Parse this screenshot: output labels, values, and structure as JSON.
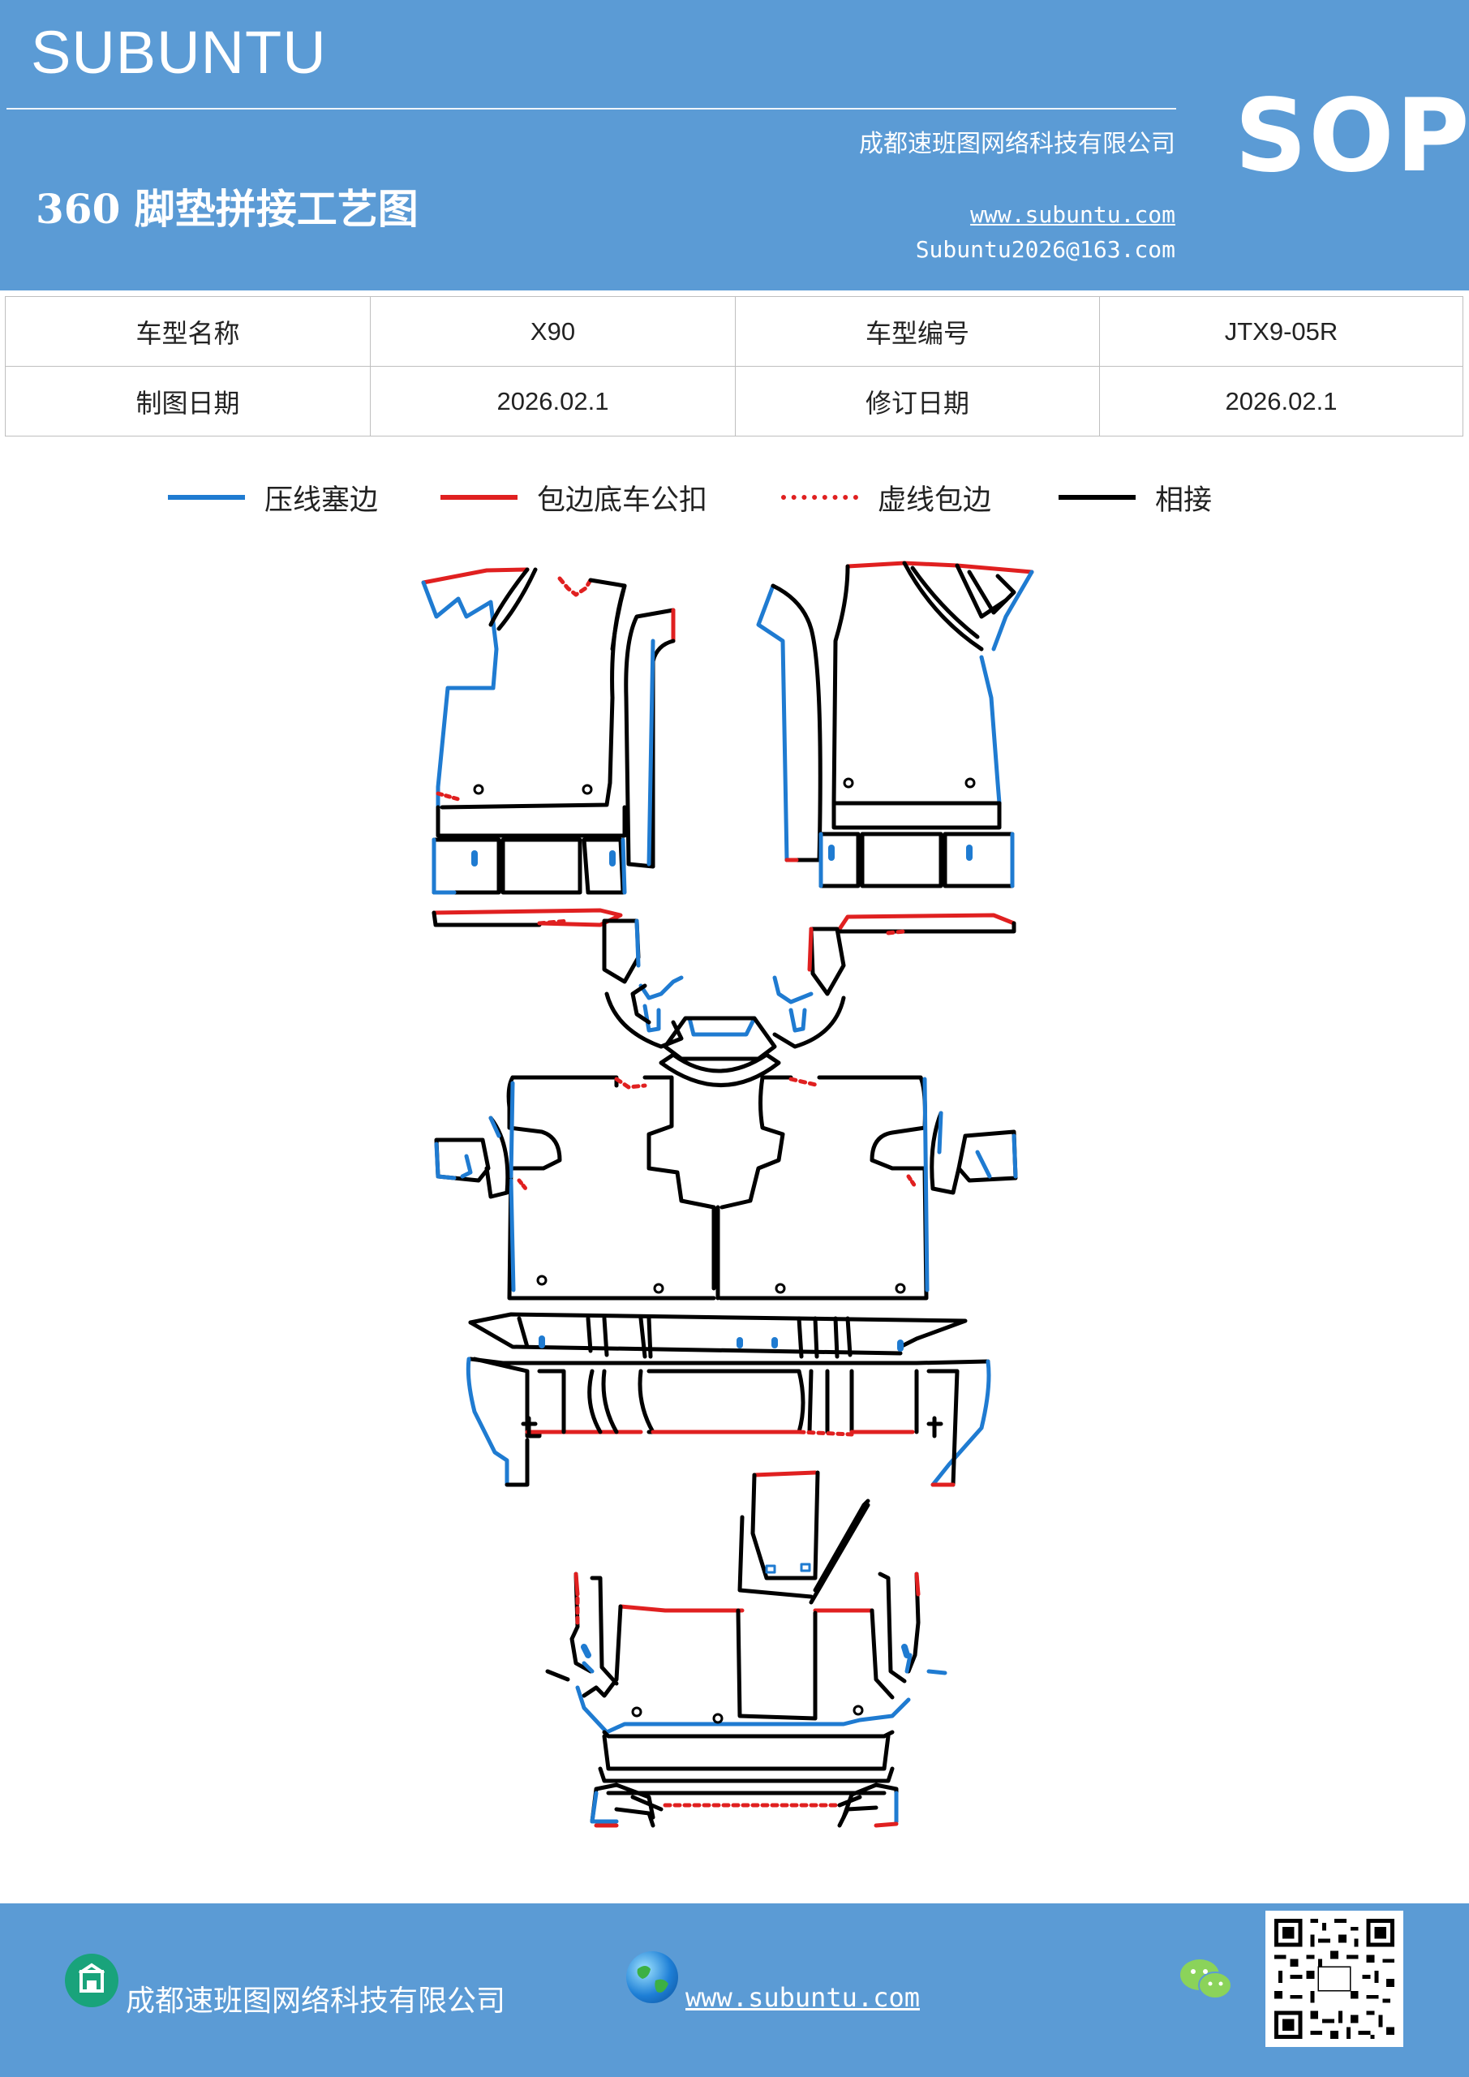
{
  "header": {
    "brand": "SUBUNTU",
    "company": "成都速班图网络科技有限公司",
    "title": "360 脚垫拼接工艺图",
    "website": "www.subuntu.com",
    "email": "Subuntu2026@163.com",
    "badge": "SOP"
  },
  "info_table": {
    "rows": [
      {
        "label1": "车型名称",
        "value1": "X90",
        "label2": "车型编号",
        "value2": "JTX9-05R"
      },
      {
        "label1": "制图日期",
        "value1": "2026.02.1",
        "label2": "修订日期",
        "value2": "2026.02.1"
      }
    ]
  },
  "legend": [
    {
      "label": "压线塞边",
      "color": "#1f7bd1",
      "style": "solid"
    },
    {
      "label": "包边底车公扣",
      "color": "#e02020",
      "style": "solid"
    },
    {
      "label": "虚线包边",
      "color": "#e02020",
      "style": "dotted"
    },
    {
      "label": "相接",
      "color": "#000000",
      "style": "solid"
    }
  ],
  "footer": {
    "company": "成都速班图网络科技有限公司",
    "website": "www.subuntu.com",
    "icons": [
      "building-icon",
      "globe-icon",
      "wechat-icon",
      "qr-code"
    ]
  },
  "colors": {
    "header_bg": "#5b9bd5",
    "blue": "#1f7bd1",
    "red": "#e02020",
    "black": "#000000"
  }
}
